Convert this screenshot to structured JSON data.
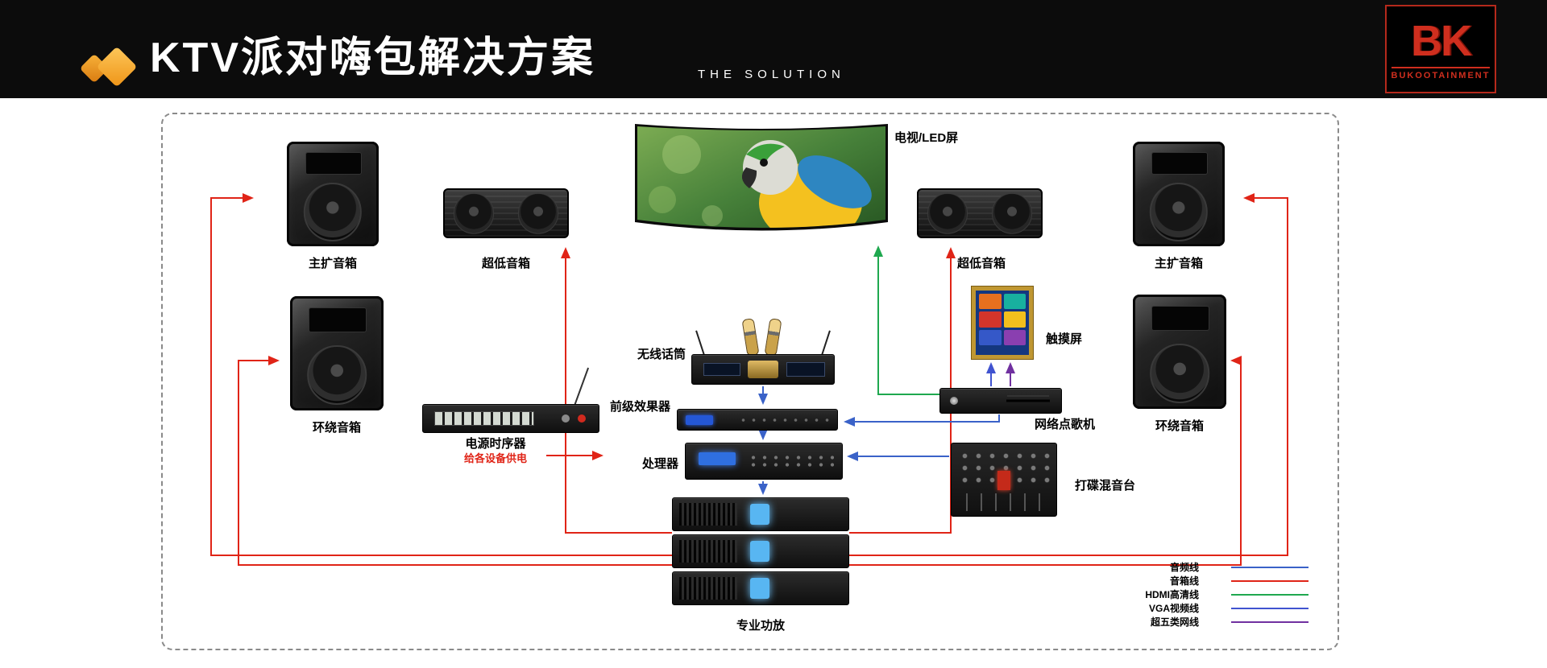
{
  "header": {
    "title": "KTV派对嗨包解决方案",
    "subtitle": "THE SOLUTION",
    "logo_text": "BK",
    "logo_brand": "BUKOOTAINMENT"
  },
  "diagram": {
    "devices": {
      "tv": "电视/LED屏",
      "main_speaker_left": "主扩音箱",
      "main_speaker_right": "主扩音箱",
      "subwoofer_left": "超低音箱",
      "subwoofer_right": "超低音箱",
      "surround_left": "环绕音箱",
      "surround_right": "环绕音箱",
      "wireless_mic": "无线话筒",
      "pre_effects": "前级效果器",
      "processor": "处理器",
      "amplifier": "专业功放",
      "power_sequencer": "电源时序器",
      "power_note": "给各设备供电",
      "touch_screen": "触摸屏",
      "karaoke_player": "网络点歌机",
      "dj_mixer": "打碟混音台"
    },
    "legend": [
      {
        "label": "音频线",
        "color": "#3a62c8"
      },
      {
        "label": "音箱线",
        "color": "#e02417"
      },
      {
        "label": "HDMI高清线",
        "color": "#1fa84f"
      },
      {
        "label": "VGA视频线",
        "color": "#4053d0"
      },
      {
        "label": "超五类网线",
        "color": "#7030a0"
      }
    ]
  },
  "colors": {
    "audio": "#3a62c8",
    "speaker": "#e02417",
    "hdmi": "#1fa84f",
    "vga": "#4053d0",
    "cat5": "#7030a0",
    "accent_orange": "#f59f1d",
    "logo_red": "#cf2e1e"
  }
}
